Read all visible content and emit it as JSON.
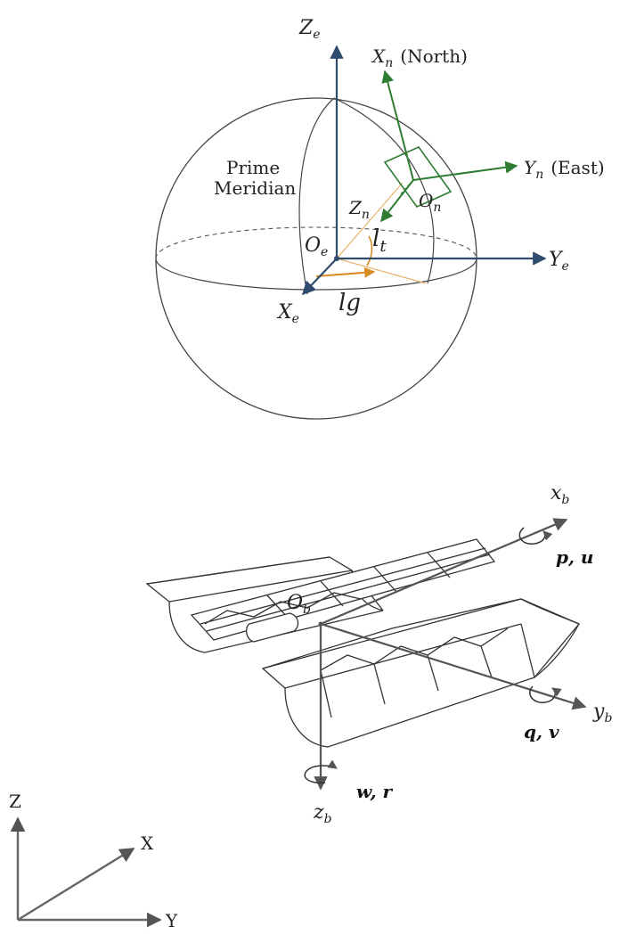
{
  "colors": {
    "earth_axes": "#2f4b6e",
    "nav_axes": "#2e7d32",
    "body_axes": "#555555",
    "orange": "#d98a1f",
    "line": "#333333"
  },
  "earth_frame": {
    "z_axis": "Z",
    "z_sub": "e",
    "y_axis": "Y",
    "y_sub": "e",
    "x_axis": "X",
    "x_sub": "e",
    "origin": "O",
    "origin_sub": "e",
    "prime_meridian_line1": "Prime",
    "prime_meridian_line2": "Meridian",
    "latitude": "l",
    "latitude_sub": "t",
    "longitude": "lg"
  },
  "nav_frame": {
    "x_axis": "X",
    "x_sub": "n",
    "x_note": "(North)",
    "y_axis": "Y",
    "y_sub": "n",
    "y_note": "(East)",
    "z_axis": "Z",
    "z_sub": "n",
    "origin": "O",
    "origin_sub": "n"
  },
  "body_frame": {
    "x_axis": "x",
    "x_sub": "b",
    "y_axis": "y",
    "y_sub": "b",
    "z_axis": "z",
    "z_sub": "b",
    "origin": "O",
    "origin_sub": "b",
    "roll_label": "p, u",
    "pitch_label": "q, v",
    "yaw_label": "w, r"
  },
  "legend_frame": {
    "z": "Z",
    "x": "X",
    "y": "Y"
  }
}
